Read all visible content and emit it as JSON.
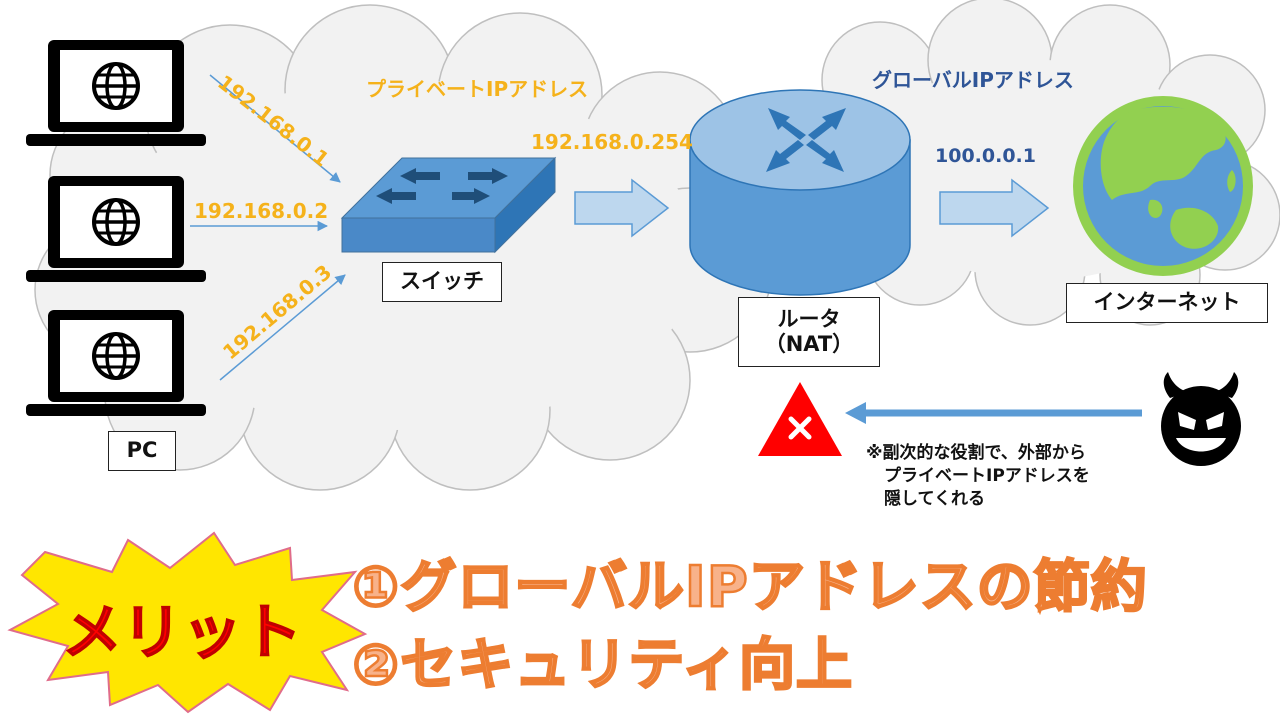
{
  "diagram": {
    "pc_label": "PC",
    "switch_label": "スイッチ",
    "router_label_line1": "ルータ",
    "router_label_line2": "（NAT）",
    "internet_label": "インターネット",
    "private_ip_heading": "プライベートIPアドレス",
    "global_ip_heading": "グローバルIPアドレス",
    "pc_ips": [
      "192.168.0.1",
      "192.168.0.2",
      "192.168.0.3"
    ],
    "router_private_ip": "192.168.0.254",
    "router_global_ip": "100.0.0.1",
    "note_lines": [
      "※副次的な役割で、外部から",
      "プライベートIPアドレスを",
      "隠してくれる"
    ]
  },
  "merits": {
    "title": "メリット",
    "items": [
      "①グローバルIPアドレスの節約",
      "②セキュリティ向上"
    ]
  },
  "colors": {
    "cloud_fill": "#f2f2f2",
    "cloud_stroke": "#bfbfbf",
    "device_blue": "#5b9bd5",
    "device_dark": "#2e75b6",
    "arrow_fill": "#bdd7ee",
    "orange_text": "#f5b21b",
    "blue_text": "#2f5597",
    "globe_green": "#92d050",
    "warning_red": "#ff0000",
    "merit_orange": "#ed7d31"
  },
  "icons": [
    "laptop-icon",
    "globe-icon",
    "switch-icon",
    "router-icon",
    "internet-globe-icon",
    "blocked-warning-icon",
    "devil-face-icon"
  ]
}
